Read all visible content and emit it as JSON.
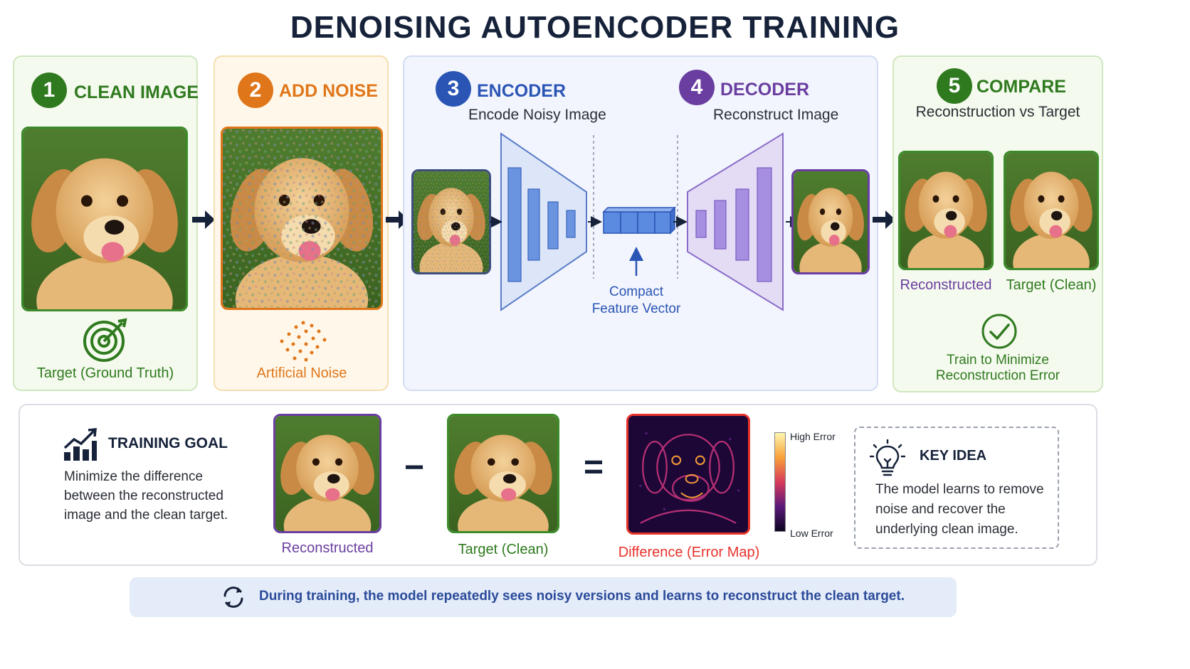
{
  "title": "DENOISING AUTOENCODER TRAINING",
  "colors": {
    "green": "#2f7a1f",
    "orange": "#e0761a",
    "blue": "#2b55b5",
    "purple": "#6a3ea0",
    "navy": "#16223a",
    "error_red": "#e8332b"
  },
  "steps": [
    {
      "number": "1",
      "title": "CLEAN IMAGE",
      "caption": "Target (Ground Truth)",
      "icon": "target-icon"
    },
    {
      "number": "2",
      "title": "ADD NOISE",
      "caption": "Artificial Noise",
      "icon": "noise-dots-icon"
    },
    {
      "number": "3",
      "title": "ENCODER",
      "subtitle": "Encode Noisy Image"
    },
    {
      "number": "4",
      "title": "DECODER",
      "subtitle": "Reconstruct Image"
    },
    {
      "number": "5",
      "title": "COMPARE",
      "subtitle": "Reconstruction vs Target"
    }
  ],
  "latent": {
    "label_line1": "Compact",
    "label_line2": "Feature Vector"
  },
  "compare": {
    "reconstructed_label": "Reconstructed",
    "target_label": "Target (Clean)",
    "result_line1": "Train to Minimize",
    "result_line2": "Reconstruction Error",
    "result_icon": "checkmark-circle-icon"
  },
  "training_goal": {
    "icon": "growth-chart-icon",
    "title": "TRAINING GOAL",
    "line1": "Minimize the difference",
    "line2": "between the reconstructed",
    "line3": "image and the clean target.",
    "reconstructed_label": "Reconstructed",
    "minus": "−",
    "target_label": "Target (Clean)",
    "equals": "=",
    "difference_label": "Difference (Error Map)",
    "scale_high": "High Error",
    "scale_low": "Low Error"
  },
  "key_idea": {
    "icon": "lightbulb-icon",
    "title": "KEY IDEA",
    "line1": "The model learns to remove",
    "line2": "noise and recover the",
    "line3": "underlying clean image."
  },
  "footer": {
    "icon": "refresh-cycle-icon",
    "text": "During training, the model repeatedly sees noisy versions and learns to reconstruct the clean target."
  }
}
